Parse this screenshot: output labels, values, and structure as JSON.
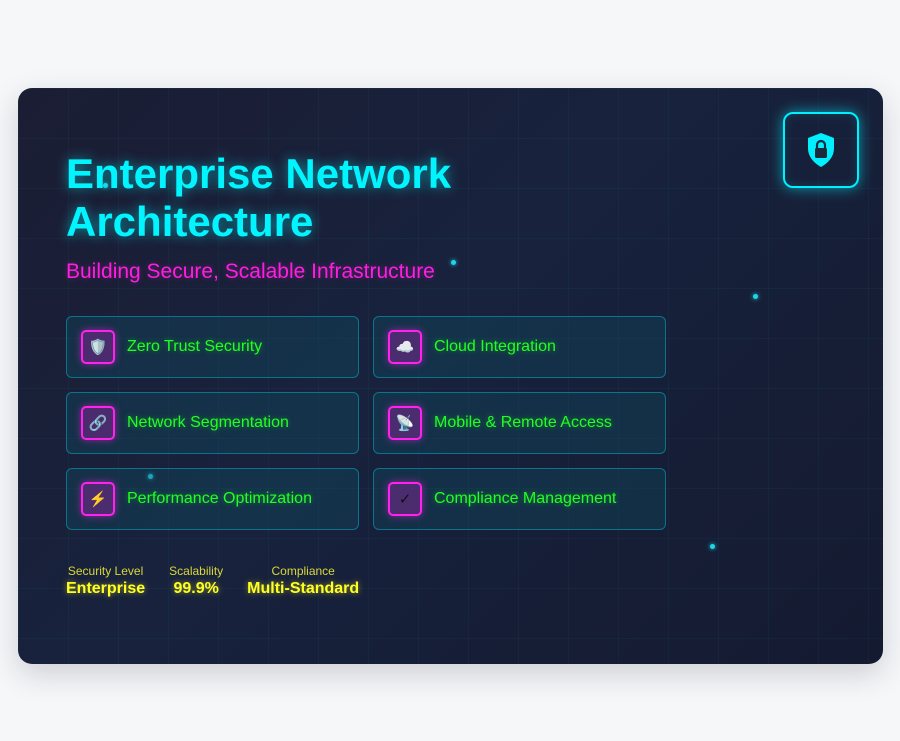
{
  "header": {
    "title": "Enterprise Network Architecture",
    "subtitle": "Building Secure, Scalable Infrastructure",
    "badge_icon": "shield-lock-icon"
  },
  "features": [
    {
      "label": "Zero Trust Security",
      "icon": "shield-icon",
      "glyph": "🛡️"
    },
    {
      "label": "Cloud Integration",
      "icon": "cloud-icon",
      "glyph": "☁️"
    },
    {
      "label": "Network Segmentation",
      "icon": "link-icon",
      "glyph": "🔗"
    },
    {
      "label": "Mobile & Remote Access",
      "icon": "satellite-dish-icon",
      "glyph": "📡"
    },
    {
      "label": "Performance Optimization",
      "icon": "lightning-icon",
      "glyph": "⚡"
    },
    {
      "label": "Compliance Management",
      "icon": "checkmark-icon",
      "glyph": "✓"
    }
  ],
  "stats": [
    {
      "label": "Security Level",
      "value": "Enterprise"
    },
    {
      "label": "Scalability",
      "value": "99.9%"
    },
    {
      "label": "Compliance",
      "value": "Multi-Standard"
    }
  ],
  "colors": {
    "title": "#00f5ff",
    "subtitle": "#ff1ee0",
    "feature_text": "#22ff22",
    "stat_value": "#ffff22",
    "icon_border": "#ff22ee"
  }
}
